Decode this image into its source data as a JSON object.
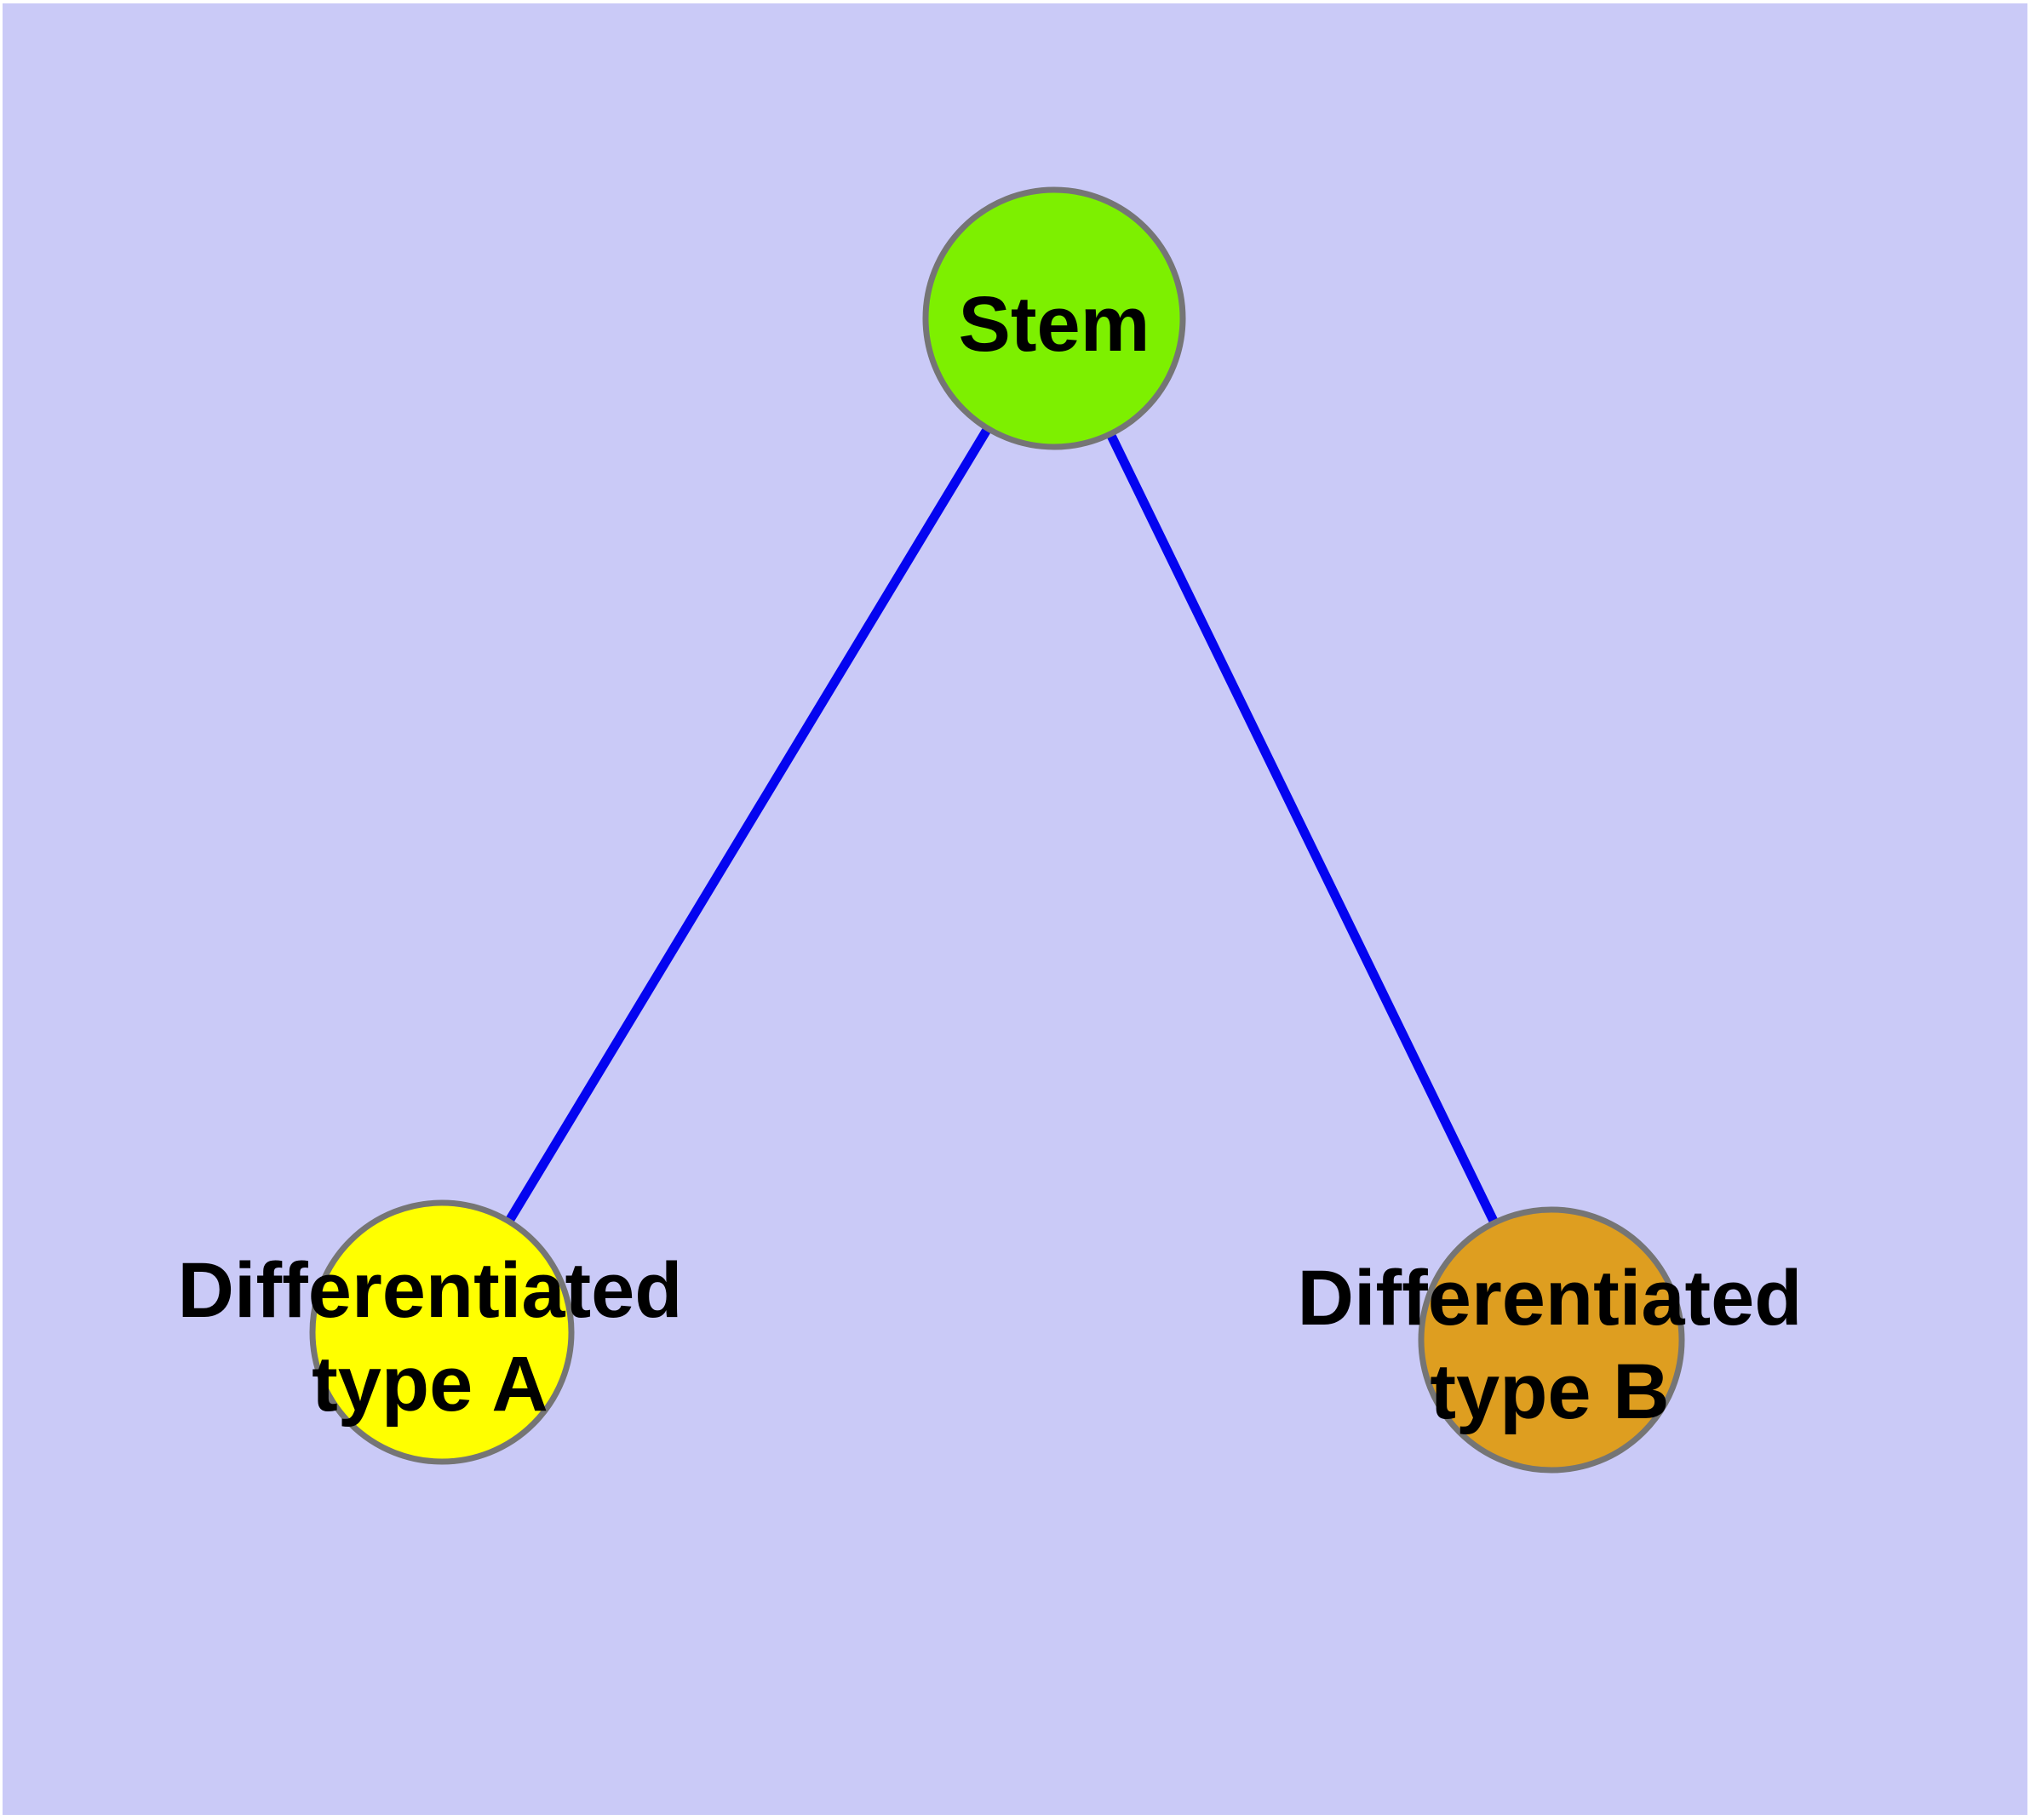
{
  "diagram": {
    "type": "graph",
    "description": "Cell differentiation hierarchy: one stem node linked to two differentiated cell type nodes",
    "colors": {
      "background": "#cacaf7",
      "page_margin": "#ffffff",
      "edge": "#0404f0",
      "node_border": "#757575",
      "label_text": "#000000"
    },
    "nodes": [
      {
        "id": "stem",
        "label": "Stem",
        "fill": "#7df000"
      },
      {
        "id": "typeA",
        "label": "Differentiated type A",
        "label_lines": [
          "Differentiated",
          "type A"
        ],
        "fill": "#ffff00"
      },
      {
        "id": "typeB",
        "label": "Differentiated type B",
        "label_lines": [
          "Differentiated",
          "type B"
        ],
        "fill": "#de9e20"
      }
    ],
    "edges": [
      {
        "from": "Stem",
        "to": "Differentiated type A"
      },
      {
        "from": "Stem",
        "to": "Differentiated type B"
      }
    ]
  }
}
